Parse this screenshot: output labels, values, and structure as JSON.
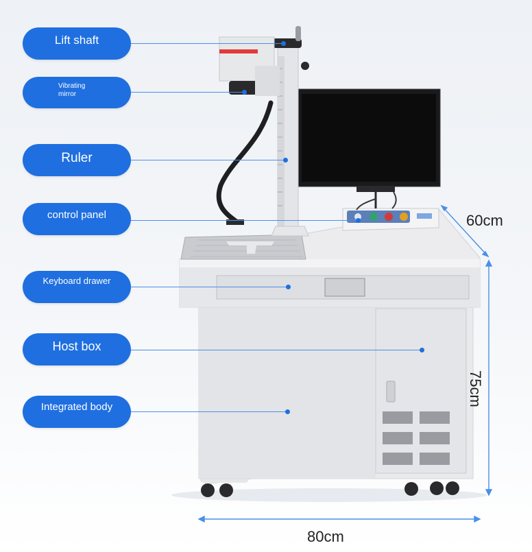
{
  "labels": {
    "lift_shaft": "Lift shaft",
    "vibrating_mirror_line1": "Vibrating",
    "vibrating_mirror_line2": "mirror",
    "ruler": "Ruler",
    "control_panel": "control panel",
    "keyboard_drawer": "Keyboard drawer",
    "host_box": "Host box",
    "integrated_body": "Integrated body"
  },
  "dimensions": {
    "depth": "60cm",
    "height": "75cm",
    "width": "80cm"
  },
  "colors": {
    "accent": "#1f6fe0",
    "dimension_line": "#4a8fe8",
    "machine_body": "#e9eaec",
    "screen": "#111111"
  }
}
